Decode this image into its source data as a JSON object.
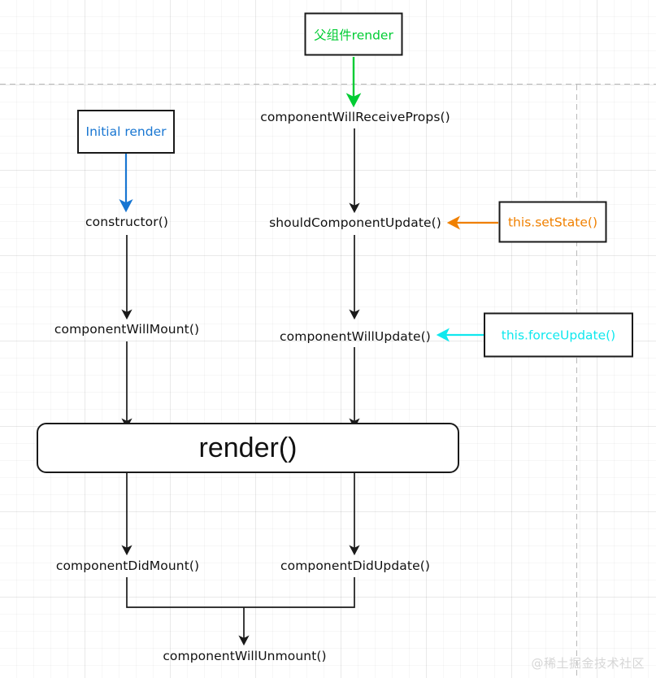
{
  "diagram": {
    "title": "React component lifecycle flowchart",
    "background": {
      "grid": "graph-paper",
      "guide_line_horizontal": "dashed",
      "guide_line_vertical": "dashed"
    },
    "colors": {
      "green": "#00cc33",
      "blue": "#1876d2",
      "orange": "#f08000",
      "cyan": "#10e8ee",
      "black": "#1a1a1a",
      "watermark": "#d6d6d6"
    },
    "trigger_boxes": [
      {
        "id": "parent-render",
        "label": "父组件render",
        "color": "#00cc33"
      },
      {
        "id": "initial-render",
        "label": "Initial render",
        "color": "#1876d2"
      },
      {
        "id": "set-state",
        "label": "this.setState()",
        "color": "#f08000"
      },
      {
        "id": "force-update",
        "label": "this.forceUpdate()",
        "color": "#10e8ee"
      }
    ],
    "mounting_column": [
      {
        "id": "constructor",
        "label": "constructor()"
      },
      {
        "id": "component-will-mount",
        "label": "componentWillMount()"
      },
      {
        "id": "component-did-mount",
        "label": "componentDidMount()"
      }
    ],
    "updating_column": [
      {
        "id": "component-will-receive-props",
        "label": "componentWillReceiveProps()"
      },
      {
        "id": "should-component-update",
        "label": "shouldComponentUpdate()"
      },
      {
        "id": "component-will-update",
        "label": "componentWillUpdate()"
      },
      {
        "id": "component-did-update",
        "label": "componentDidUpdate()"
      }
    ],
    "render_node": {
      "id": "render",
      "label": "render()"
    },
    "unmount_node": {
      "id": "component-will-unmount",
      "label": "componentWillUnmount()"
    },
    "watermark": "@稀土掘金技术社区"
  }
}
